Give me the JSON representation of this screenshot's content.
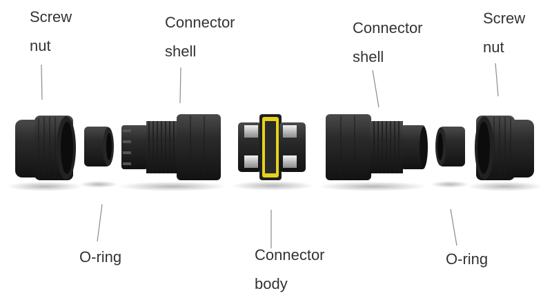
{
  "labels": {
    "screw_nut_left": {
      "line1": "Screw",
      "line2": "nut"
    },
    "shell_left": {
      "line1": "Connector",
      "line2": "shell"
    },
    "shell_right": {
      "line1": "Connector",
      "line2": "shell"
    },
    "screw_nut_right": {
      "line1": "Screw",
      "line2": "nut"
    },
    "oring_left": {
      "line1": "O-ring"
    },
    "body": {
      "line1": "Connector",
      "line2": "body"
    },
    "oring_right": {
      "line1": "O-ring"
    }
  },
  "colors": {
    "part": "#2b2b2b",
    "part_dark": "#141414",
    "part_light": "#4a4a4a",
    "accent_ring": "#e6d21a",
    "leader_line": "#8a8a8a",
    "text": "#333333"
  }
}
